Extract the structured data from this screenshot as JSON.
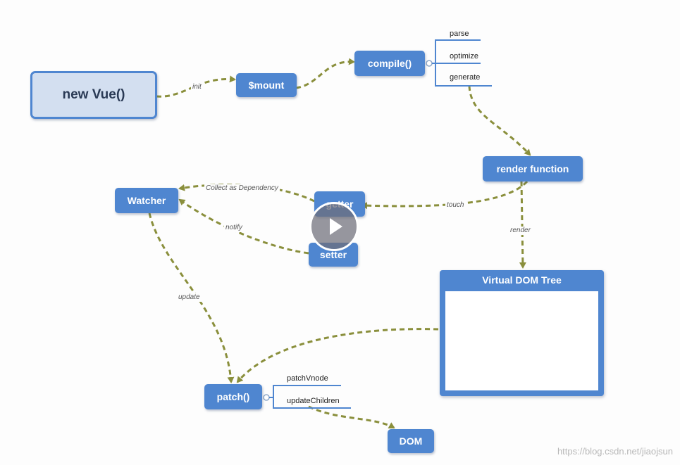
{
  "nodes": {
    "new_vue": "new Vue()",
    "mount": "$mount",
    "compile": "compile()",
    "render_function": "render function",
    "watcher": "Watcher",
    "getter": "getter",
    "setter": "setter",
    "virtual_dom_tree": "Virtual DOM Tree",
    "patch": "patch()",
    "dom": "DOM"
  },
  "compile_steps": [
    "parse",
    "optimize",
    "generate"
  ],
  "patch_steps": [
    "patchVnode",
    "updateChildren"
  ],
  "edge_labels": {
    "init": "init",
    "collect": "Collect as Dependency",
    "touch": "touch",
    "notify": "notify",
    "render": "render",
    "update": "update"
  },
  "watermark": "https://blog.csdn.net/jiaojsun",
  "colors": {
    "node_blue": "#4f86d0",
    "main_node_fill": "#d3dff0",
    "arrow_olive": "#8a8f3c",
    "tree_green": "#3dbf8c"
  },
  "icons": {
    "play": "play-icon"
  }
}
